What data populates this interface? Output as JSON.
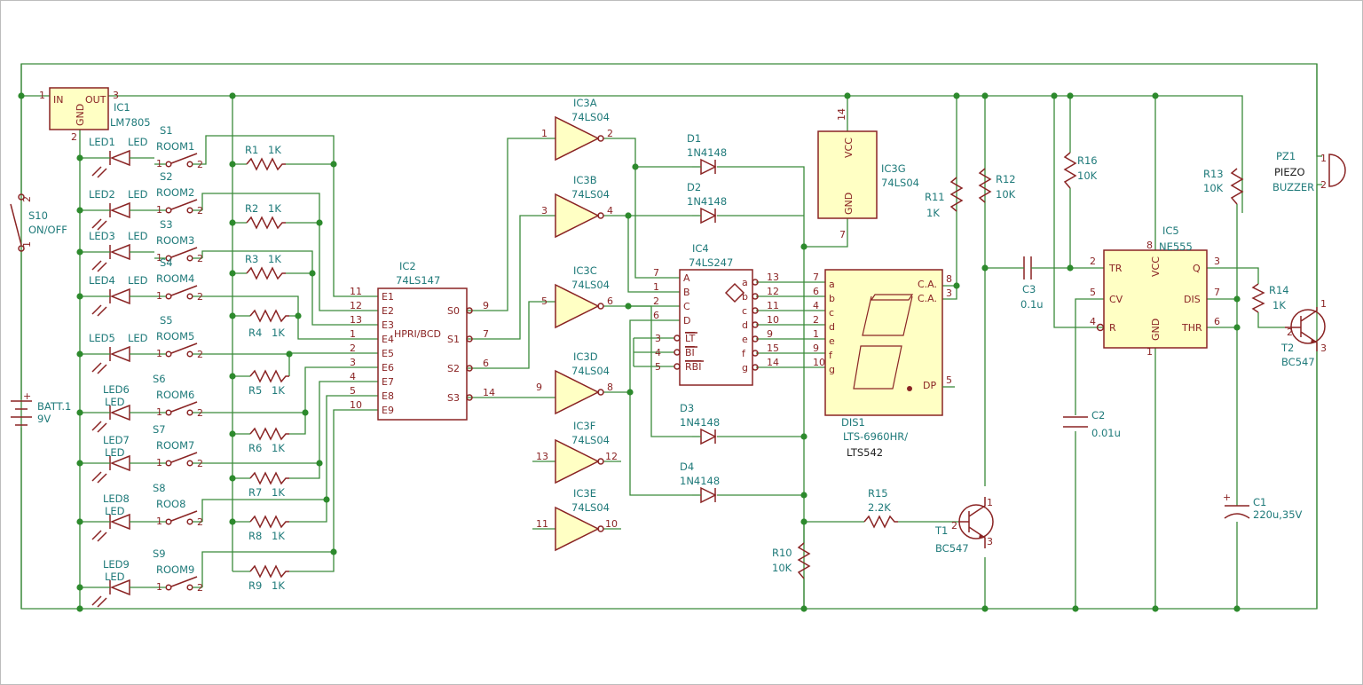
{
  "regulator": {
    "ref": "IC1",
    "value": "LM7805",
    "in": "IN",
    "out": "OUT",
    "gnd": "GND",
    "p1": "1",
    "p2": "2",
    "p3": "3"
  },
  "battery": {
    "ref": "BATT.1",
    "value": "9V"
  },
  "power_switch": {
    "ref": "S10",
    "value": "ON/OFF",
    "p1": "1",
    "p2": "2"
  },
  "rooms": [
    {
      "led": "LED1",
      "led_val": "LED",
      "sw": "S1",
      "sw_val": "ROOM1",
      "res": "R1",
      "res_val": "1K"
    },
    {
      "led": "LED2",
      "led_val": "LED",
      "sw": "S2",
      "sw_val": "ROOM2",
      "res": "R2",
      "res_val": "1K"
    },
    {
      "led": "LED3",
      "led_val": "LED",
      "sw": "S3",
      "sw_val": "ROOM3",
      "res": "R3",
      "res_val": "1K"
    },
    {
      "led": "LED4",
      "led_val": "LED",
      "sw": "S4",
      "sw_val": "ROOM4",
      "res": "R4",
      "res_val": "1K"
    },
    {
      "led": "LED5",
      "led_val": "LED",
      "sw": "S5",
      "sw_val": "ROOM5",
      "res": "R5",
      "res_val": "1K"
    },
    {
      "led": "LED6",
      "led_val": "LED",
      "sw": "S6",
      "sw_val": "ROOM6",
      "res": "R6",
      "res_val": "1K"
    },
    {
      "led": "LED7",
      "led_val": "LED",
      "sw": "S7",
      "sw_val": "ROOM7",
      "res": "R7",
      "res_val": "1K"
    },
    {
      "led": "LED8",
      "led_val": "LED",
      "sw": "S8",
      "sw_val": "ROO8",
      "res": "R8",
      "res_val": "1K"
    },
    {
      "led": "LED9",
      "led_val": "LED",
      "sw": "S9",
      "sw_val": "ROOM9",
      "res": "R9",
      "res_val": "1K"
    }
  ],
  "encoder": {
    "ref": "IC2",
    "value": "74LS147",
    "func": "HPRI/BCD",
    "inputs": [
      {
        "name": "E1",
        "pin": "11"
      },
      {
        "name": "E2",
        "pin": "12"
      },
      {
        "name": "E3",
        "pin": "13"
      },
      {
        "name": "E4",
        "pin": "1"
      },
      {
        "name": "E5",
        "pin": "2"
      },
      {
        "name": "E6",
        "pin": "3"
      },
      {
        "name": "E7",
        "pin": "4"
      },
      {
        "name": "E8",
        "pin": "5"
      },
      {
        "name": "E9",
        "pin": "10"
      }
    ],
    "outputs": [
      {
        "name": "S0",
        "pin": "9"
      },
      {
        "name": "S1",
        "pin": "7"
      },
      {
        "name": "S2",
        "pin": "6"
      },
      {
        "name": "S3",
        "pin": "14"
      }
    ]
  },
  "inverters": [
    {
      "ref": "IC3A",
      "value": "74LS04",
      "in": "1",
      "out": "2"
    },
    {
      "ref": "IC3B",
      "value": "74LS04",
      "in": "3",
      "out": "4"
    },
    {
      "ref": "IC3C",
      "value": "74LS04",
      "in": "5",
      "out": "6"
    },
    {
      "ref": "IC3D",
      "value": "74LS04",
      "in": "9",
      "out": "8"
    },
    {
      "ref": "IC3F",
      "value": "74LS04",
      "in": "13",
      "out": "12"
    },
    {
      "ref": "IC3E",
      "value": "74LS04",
      "in": "11",
      "out": "10"
    }
  ],
  "inverter_power": {
    "ref": "IC3G",
    "value": "74LS04",
    "vcc": "VCC",
    "gnd": "GND",
    "p_vcc": "14",
    "p_gnd": "7"
  },
  "diodes": [
    {
      "ref": "D1",
      "value": "1N4148"
    },
    {
      "ref": "D2",
      "value": "1N4148"
    },
    {
      "ref": "D3",
      "value": "1N4148"
    },
    {
      "ref": "D4",
      "value": "1N4148"
    }
  ],
  "decoder": {
    "ref": "IC4",
    "value": "74LS247",
    "inputs": [
      {
        "name": "A",
        "pin": "7"
      },
      {
        "name": "B",
        "pin": "1"
      },
      {
        "name": "C",
        "pin": "2"
      },
      {
        "name": "D",
        "pin": "6"
      }
    ],
    "controls": [
      {
        "name": "LT",
        "pin": "3"
      },
      {
        "name": "BI",
        "pin": "4"
      },
      {
        "name": "RBI",
        "pin": "5"
      }
    ],
    "outputs": [
      {
        "name": "a",
        "pin": "13"
      },
      {
        "name": "b",
        "pin": "12"
      },
      {
        "name": "c",
        "pin": "11"
      },
      {
        "name": "d",
        "pin": "10"
      },
      {
        "name": "e",
        "pin": "9"
      },
      {
        "name": "f",
        "pin": "15"
      },
      {
        "name": "g",
        "pin": "14"
      }
    ]
  },
  "display": {
    "ref": "DIS1",
    "value": "LTS-6960HR/",
    "value2": "LTS542",
    "segs": [
      {
        "name": "a",
        "pin": "7"
      },
      {
        "name": "b",
        "pin": "6"
      },
      {
        "name": "c",
        "pin": "4"
      },
      {
        "name": "d",
        "pin": "2"
      },
      {
        "name": "e",
        "pin": "1"
      },
      {
        "name": "f",
        "pin": "9"
      },
      {
        "name": "g",
        "pin": "10"
      }
    ],
    "ca": "C.A.",
    "ca_pin1": "8",
    "ca_pin2": "3",
    "dp": "DP",
    "dp_pin": "5"
  },
  "timer": {
    "ref": "IC5",
    "value": "NE555",
    "tr": "TR",
    "cv": "CV",
    "r": "R",
    "q": "Q",
    "dis": "DIS",
    "thr": "THR",
    "vcc": "VCC",
    "gnd": "GND",
    "p_tr": "2",
    "p_cv": "5",
    "p_r": "4",
    "p_q": "3",
    "p_dis": "7",
    "p_thr": "6",
    "p_vcc": "8",
    "p_gnd": "1"
  },
  "passives": {
    "R10": {
      "ref": "R10",
      "value": "10K"
    },
    "R11": {
      "ref": "R11",
      "value": "1K"
    },
    "R12": {
      "ref": "R12",
      "value": "10K"
    },
    "R13": {
      "ref": "R13",
      "value": "10K"
    },
    "R14": {
      "ref": "R14",
      "value": "1K"
    },
    "R15": {
      "ref": "R15",
      "value": "2.2K"
    },
    "R16": {
      "ref": "R16",
      "value": "10K"
    },
    "C1": {
      "ref": "C1",
      "value": "220u,35V"
    },
    "C2": {
      "ref": "C2",
      "value": "0.01u"
    },
    "C3": {
      "ref": "C3",
      "value": "0.1u"
    }
  },
  "transistors": {
    "T1": {
      "ref": "T1",
      "value": "BC547",
      "p1": "1",
      "p2": "2",
      "p3": "3"
    },
    "T2": {
      "ref": "T2",
      "value": "BC547",
      "p1": "1",
      "p2": "2",
      "p3": "3"
    }
  },
  "buzzer": {
    "ref": "PZ1",
    "value": "PIEZO",
    "value2": "BUZZER",
    "p1": "1",
    "p2": "2"
  },
  "colors": {
    "wire": "#3a8a3a",
    "component": "#8a2424",
    "label": "#1f7a7a",
    "ic_fill": "#ffffc4"
  }
}
